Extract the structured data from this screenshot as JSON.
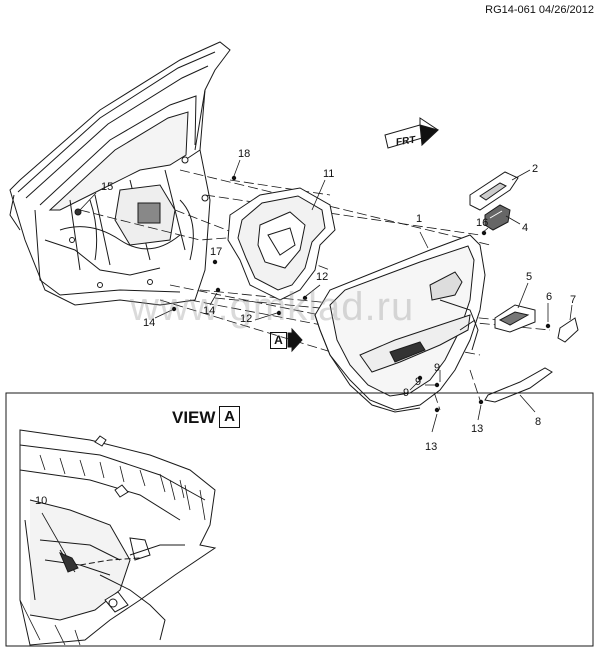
{
  "header": {
    "reference": "RG14-061 04/26/2012"
  },
  "watermark": "www.gmklad.ru",
  "direction_arrow": {
    "label": "FRT"
  },
  "view_marker": {
    "letter": "A"
  },
  "detail_view": {
    "title": "VIEW",
    "letter": "A"
  },
  "callouts": {
    "c1": "1",
    "c2": "2",
    "c4": "4",
    "c5": "5",
    "c6": "6",
    "c7": "7",
    "c8": "8",
    "c9a": "9",
    "c9b": "9",
    "c9c": "9",
    "c10": "10",
    "c11": "11",
    "c12a": "12",
    "c12b": "12",
    "c13a": "13",
    "c13b": "13",
    "c14a": "14",
    "c14b": "14",
    "c15": "15",
    "c16": "16",
    "c17": "17",
    "c18": "18"
  },
  "colors": {
    "line": "#1a1a1a",
    "fill": "#ffffff",
    "shade": "#d8d8d8",
    "dark": "#555555",
    "watermark": "#9a9a9a"
  }
}
